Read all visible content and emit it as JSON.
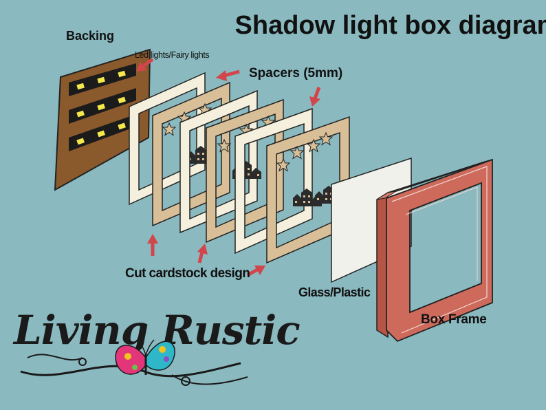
{
  "title": "Shadow light box diagram",
  "labels": {
    "backing": "Backing",
    "led_lights": "Led lights/Fairy lights",
    "spacers": "Spacers (5mm)",
    "cut_cardstock": "Cut cardstock design",
    "glass_plastic": "Glass/Plastic",
    "box_frame": "Box Frame"
  },
  "logo": {
    "text": "Living Rustic"
  },
  "colors": {
    "background": "#8ab9bf",
    "backing": "#8a5a2c",
    "led": "#f5e84a",
    "spacer": "#f4f0dd",
    "cardstock": "#d8bf97",
    "glass": "#f1f1ec",
    "frame": "#cd6a5b",
    "arrow": "#d2454b"
  }
}
